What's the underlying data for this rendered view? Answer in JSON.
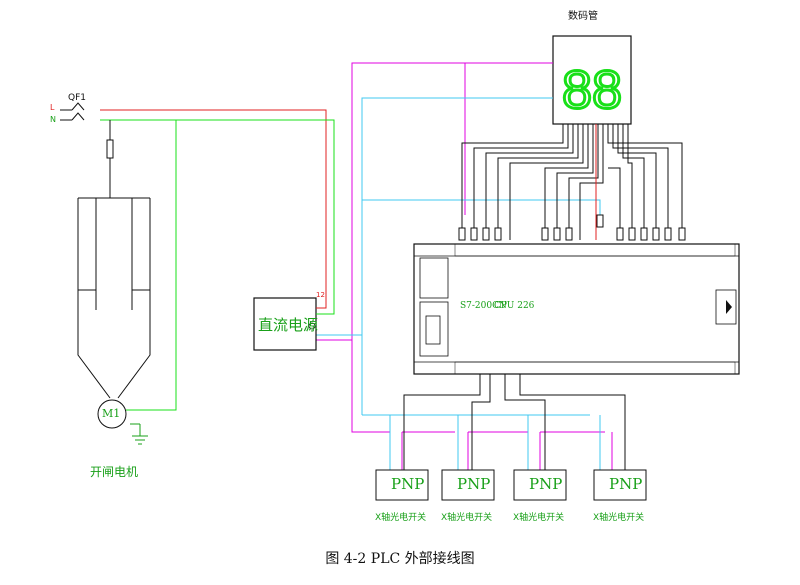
{
  "diagram": {
    "caption": "图 4-2 PLC 外部接线图",
    "display": {
      "label": "数码管",
      "digits": "88"
    },
    "breaker": {
      "label": "QF1",
      "line_l": "L",
      "line_n": "N"
    },
    "power_supply": {
      "label": "直流电源",
      "term_12": "12"
    },
    "plc": {
      "model": "S7-200CN",
      "cpu": "CPU 226"
    },
    "motor": {
      "label": "M1",
      "caption": "开闸电机"
    },
    "sensors": [
      {
        "module": "PNP",
        "label": "X轴光电开关"
      },
      {
        "module": "PNP",
        "label": "X轴光电开关"
      },
      {
        "module": "PNP",
        "label": "X轴光电开关"
      },
      {
        "module": "PNP",
        "label": "X轴光电开关"
      }
    ],
    "colors": {
      "green": "#19a019",
      "red": "#e02020",
      "magenta": "#e000e0",
      "cyan": "#40c8f0",
      "black": "#111111"
    }
  }
}
